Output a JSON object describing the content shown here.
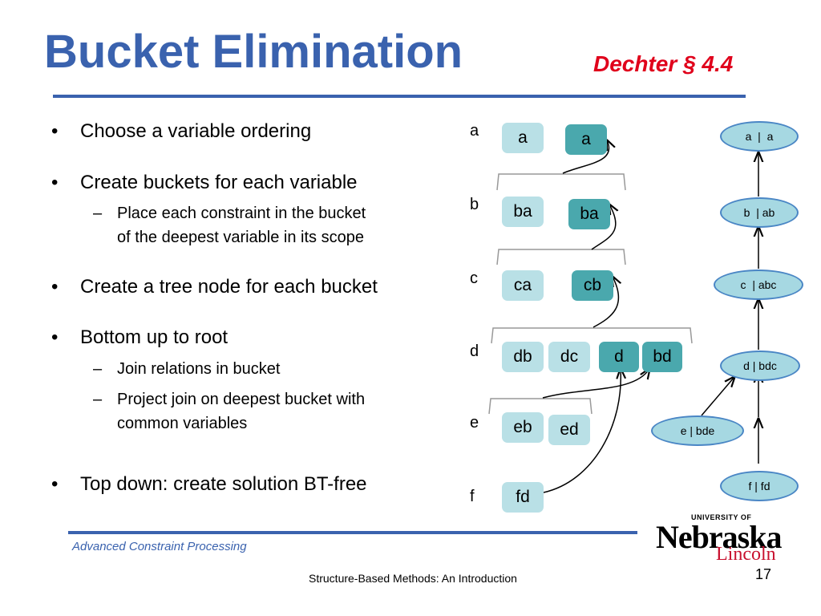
{
  "slide": {
    "title": "Bucket Elimination",
    "reference": "Dechter § 4.4"
  },
  "bullets": {
    "b1": "Choose a variable ordering",
    "b2": "Create buckets for each variable",
    "b2_sub1_line1": "Place each constraint in the bucket",
    "b2_sub1_line2": "of the deepest variable in its scope",
    "b3": "Create a tree node for each bucket",
    "b4": "Bottom up to root",
    "b4_sub1": "Join relations in bucket",
    "b4_sub2_line1": "Project join on deepest bucket with",
    "b4_sub2_line2": "common variables",
    "b5": "Top down: create solution BT-free"
  },
  "bucket_labels": [
    "a",
    "b",
    "c",
    "d",
    "e",
    "f"
  ],
  "buckets": {
    "a": [
      "a",
      "a"
    ],
    "b": [
      "ba",
      "ba"
    ],
    "c": [
      "ca",
      "cb"
    ],
    "d": [
      "db",
      "dc",
      "d",
      "bd"
    ],
    "e": [
      "eb",
      "ed"
    ],
    "f": [
      "fd"
    ]
  },
  "tree_nodes": [
    "a  |  a",
    "b  | ab",
    "c  | abc",
    "d | bdc",
    "e | bde",
    "f | fd"
  ],
  "footer": {
    "course": "Advanced Constraint Processing",
    "topic": "Structure-Based Methods: An Introduction",
    "page": "17"
  },
  "logo": {
    "university": "UNIVERSITY OF",
    "name": "Nebraska",
    "campus": "Lincoln"
  },
  "colors": {
    "title_blue": "#3a62ae",
    "reference_red": "#e0001b",
    "box_light": "#b9e0e6",
    "box_dark": "#4aa8ad",
    "tree_node_fill": "#a6d8e2",
    "tree_node_border": "#4a86c5"
  }
}
